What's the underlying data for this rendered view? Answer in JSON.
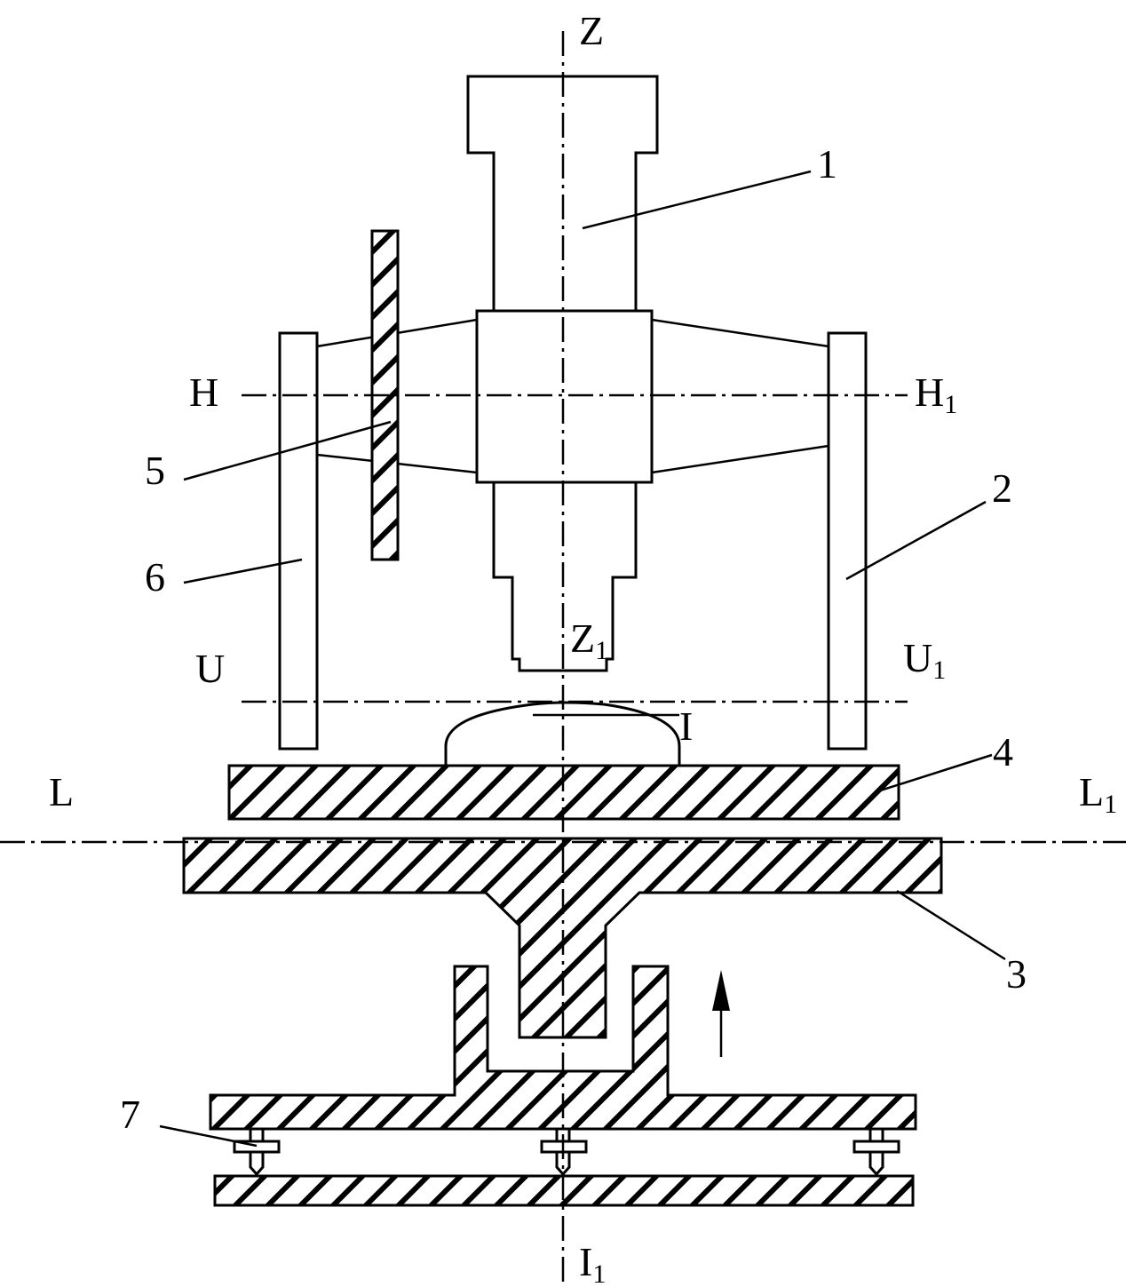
{
  "labels": {
    "z_top": "Z",
    "z_bottom": "Z",
    "z_bottom_sub": "1",
    "h_left": "H",
    "h_right": "H",
    "h_right_sub": "1",
    "u_left": "U",
    "u_right": "U",
    "u_right_sub": "1",
    "i_upper": "I",
    "i_lower": "I",
    "i_lower_sub": "1",
    "l_left": "L",
    "l_right": "L",
    "l_right_sub": "1"
  },
  "parts": {
    "p1": "1",
    "p2": "2",
    "p3": "3",
    "p4": "4",
    "p5": "5",
    "p6": "6",
    "p7": "7"
  },
  "colors": {
    "line": "#000000",
    "background": "#ffffff"
  }
}
